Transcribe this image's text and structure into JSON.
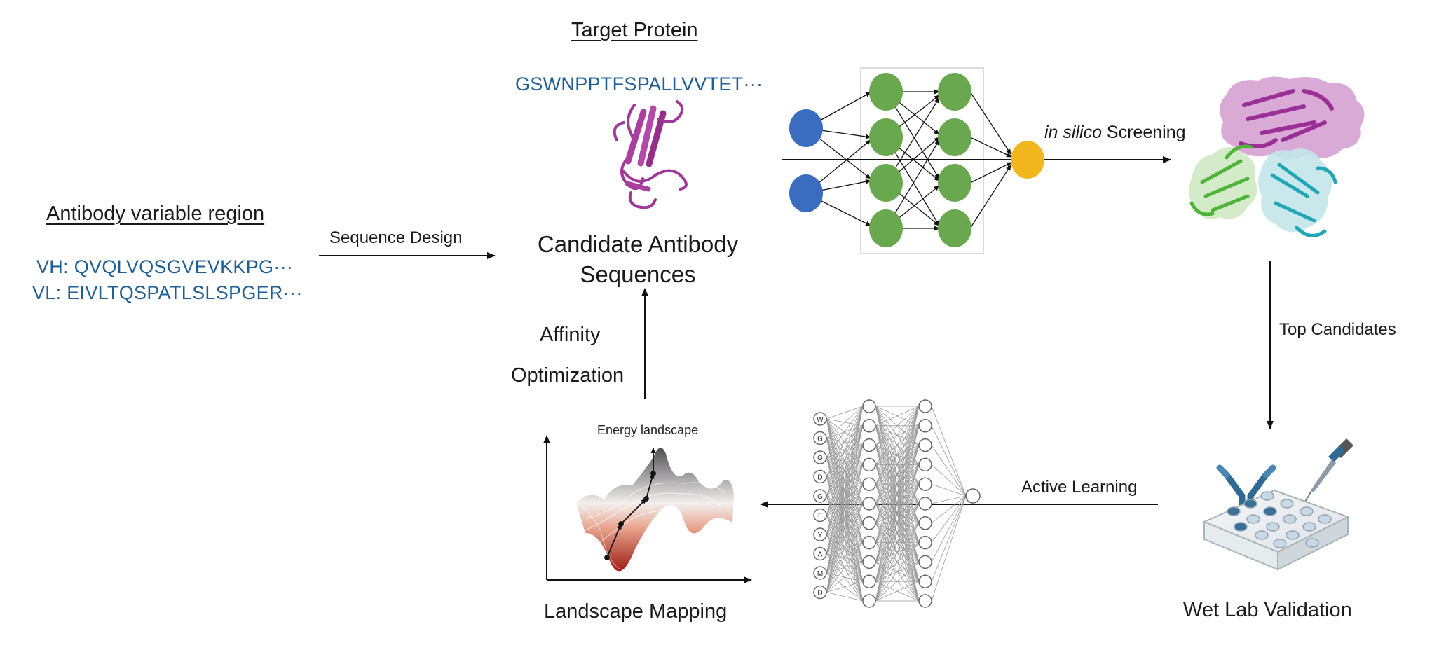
{
  "antibody": {
    "title": "Antibody variable region",
    "vh": "VH: QVQLVQSGVEVKKPG···",
    "vl": "VL: EIVLTQSPATLSLSPGER···"
  },
  "sequence_design_label": "Sequence Design",
  "target": {
    "title": "Target Protein",
    "sequence": "GSWNPPTFSPALLVVTET···"
  },
  "candidates": {
    "line1": "Candidate Antibody",
    "line2": "Sequences"
  },
  "screening": {
    "italic": "in silico",
    "rest": " Screening"
  },
  "top_candidates_label": "Top Candidates",
  "wet_lab_label": "Wet Lab Validation",
  "active_learning_label": "Active Learning",
  "landscape": {
    "title": "Energy landscape",
    "caption": "Landscape Mapping"
  },
  "affinity": {
    "line1": "Affinity",
    "line2": "Optimization"
  },
  "residue_letters": [
    "W",
    "G",
    "G",
    "D",
    "G",
    "F",
    "Y",
    "A",
    "M",
    "D"
  ],
  "colors": {
    "sequence_blue": "#1f5f94",
    "input_node": "#3a6dbf",
    "hidden_node": "#6aa84f",
    "output_node": "#f2b71f",
    "protein_magenta": "#a0379b",
    "chain_green": "#5cc644",
    "chain_teal": "#2ab0bd",
    "antibody_blue": "#2f6a95"
  }
}
